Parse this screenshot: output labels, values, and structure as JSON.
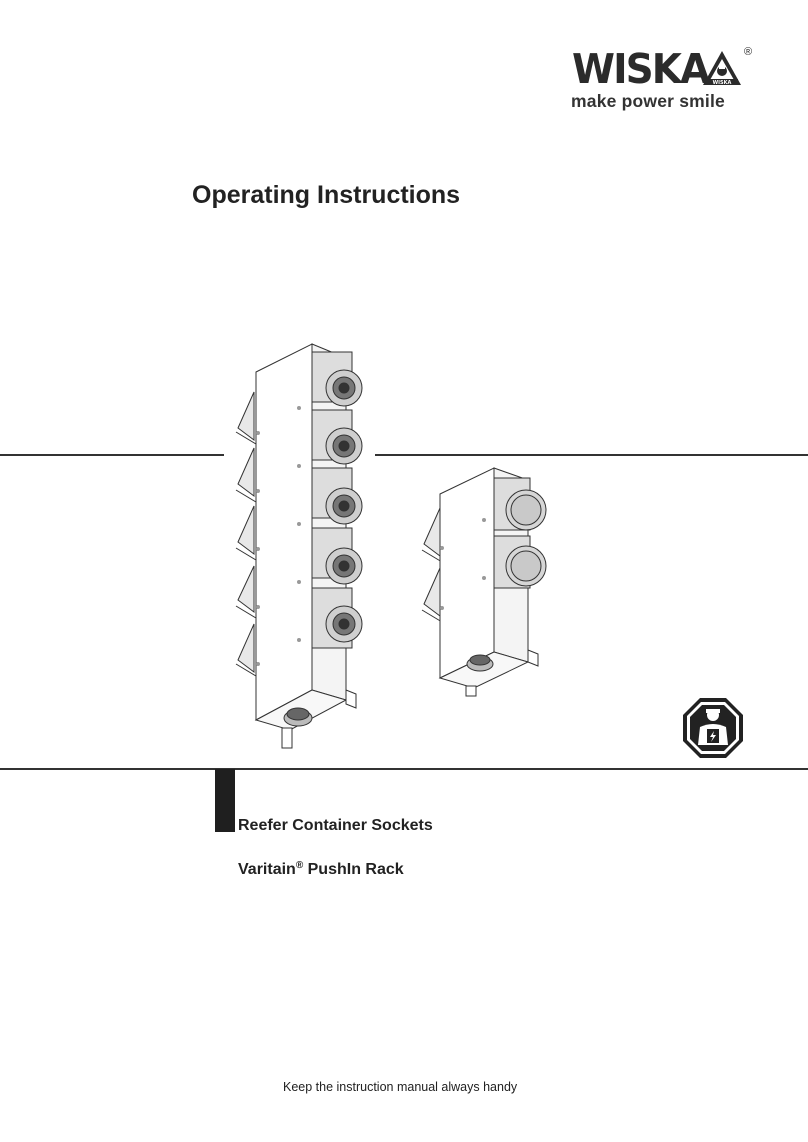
{
  "brand": {
    "name": "WISKA",
    "triangle_text": "WISKA",
    "registered_mark": "®",
    "slogan": "make power smile"
  },
  "document": {
    "title": "Operating Instructions",
    "product_line_1": "Reefer Container Sockets",
    "product_line_2_prefix": "Varitain",
    "product_line_2_mark": "®",
    "product_line_2_suffix": " PushIn Rack",
    "footer_note": "Keep the instruction manual always handy"
  },
  "icons": {
    "electrician_sign": "qualified-electrician-icon",
    "rack_large": "five-socket-rack-illustration",
    "rack_small": "two-socket-rack-illustration"
  },
  "colors": {
    "ink": "#222222",
    "bar": "#1f1f1f",
    "line": "#333333"
  }
}
